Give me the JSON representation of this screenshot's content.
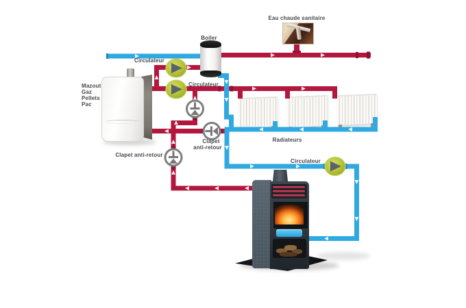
{
  "diagram": {
    "description": "Schema hydraulique de chauffage avec chaudiere murale, boiler ECS, radiateurs et poele hydro",
    "labels": {
      "dhw": "Eau chaude sanitaire",
      "tank": "Boiler",
      "circulator_1": "Circulateur",
      "circulator_2": "Circulateur",
      "circulator_3": "Circulateur",
      "check_valve_b_line1": "Clapet",
      "check_valve_b_line2": "anti-retour",
      "check_valve_c": "Clapet anti-retour",
      "radiators": "Radiateurs",
      "fuels": [
        "Mazout",
        "Gaz",
        "Pellets",
        "Pac"
      ]
    },
    "palette": {
      "hot_pipe": "#b2173e",
      "hot_pipe_joint": "#8c1334",
      "cold_pipe": "#30a9e0",
      "cold_pipe_joint": "#1f86b8",
      "pump_green": "#aebd34",
      "pump_arrow_gray": "#5a626b",
      "valve_gray": "#7d7d7d",
      "label_text": "#45464a"
    }
  }
}
